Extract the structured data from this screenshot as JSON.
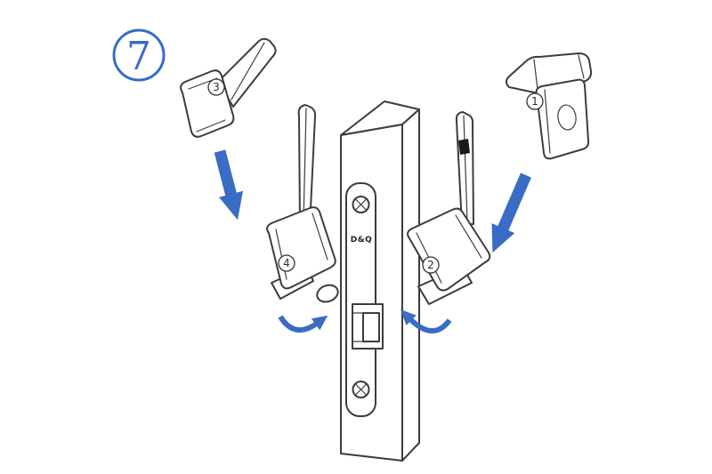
{
  "step": {
    "number": "7"
  },
  "brand_label": "D&Q",
  "parts": [
    {
      "number": "1"
    },
    {
      "number": "2"
    },
    {
      "number": "3"
    },
    {
      "number": "4"
    }
  ],
  "colors": {
    "accent_blue": "#3a6bc5",
    "line": "#3c3c3c",
    "background": "#ffffff"
  }
}
